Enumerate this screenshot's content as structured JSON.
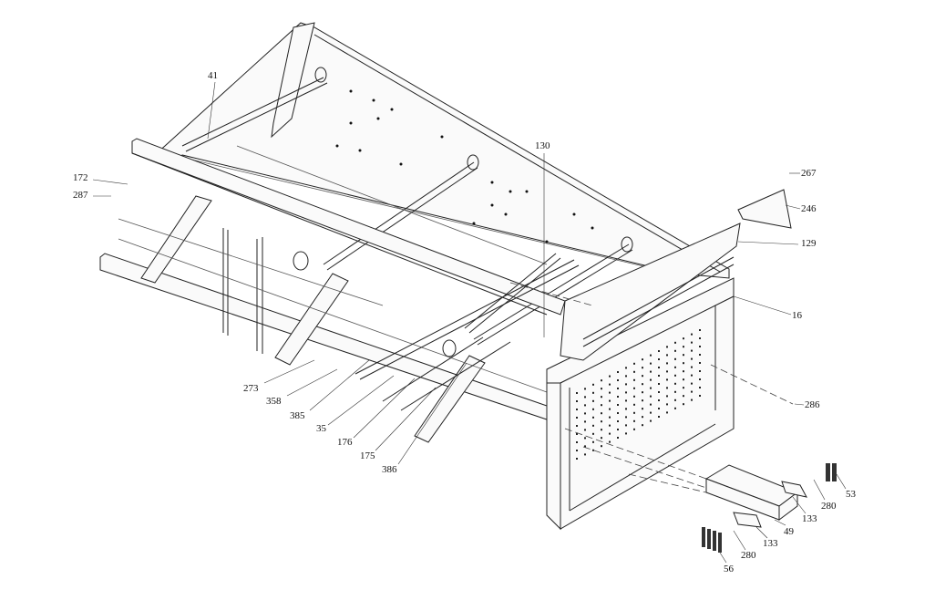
{
  "diagram": {
    "type": "exploded-assembly",
    "callouts": [
      {
        "id": "c41",
        "label": "41"
      },
      {
        "id": "c172",
        "label": "172"
      },
      {
        "id": "c287",
        "label": "287"
      },
      {
        "id": "c130",
        "label": "130"
      },
      {
        "id": "c267",
        "label": "267"
      },
      {
        "id": "c246",
        "label": "246"
      },
      {
        "id": "c129",
        "label": "129"
      },
      {
        "id": "c16",
        "label": "16"
      },
      {
        "id": "c286",
        "label": "286"
      },
      {
        "id": "c273",
        "label": "273"
      },
      {
        "id": "c358",
        "label": "358"
      },
      {
        "id": "c385",
        "label": "385"
      },
      {
        "id": "c35",
        "label": "35"
      },
      {
        "id": "c176",
        "label": "176"
      },
      {
        "id": "c175",
        "label": "175"
      },
      {
        "id": "c386",
        "label": "386"
      },
      {
        "id": "c53",
        "label": "53"
      },
      {
        "id": "c280a",
        "label": "280"
      },
      {
        "id": "c133a",
        "label": "133"
      },
      {
        "id": "c49",
        "label": "49"
      },
      {
        "id": "c133b",
        "label": "133"
      },
      {
        "id": "c280b",
        "label": "280"
      },
      {
        "id": "c56",
        "label": "56"
      }
    ]
  }
}
